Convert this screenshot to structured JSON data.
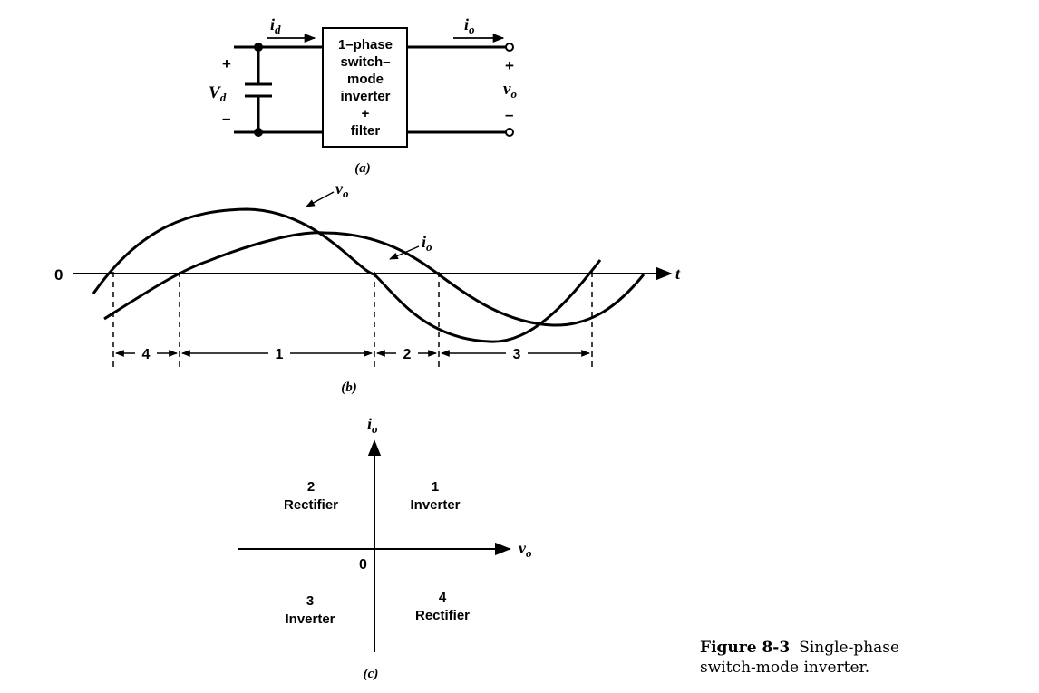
{
  "panel_a": {
    "block_lines": [
      "1–phase",
      "switch–",
      "mode",
      "inverter",
      "+",
      "filter"
    ],
    "input_current": "i",
    "input_current_sub": "d",
    "output_current": "i",
    "output_current_sub": "o",
    "dc_voltage": "V",
    "dc_voltage_sub": "d",
    "output_voltage": "v",
    "output_voltage_sub": "o",
    "plus_left": "+",
    "minus_left": "–",
    "plus_right": "+",
    "minus_right": "–",
    "caption": "(a)"
  },
  "panel_b": {
    "origin_label": "0",
    "time_axis_label": "t",
    "vo_label": "v",
    "vo_sub": "o",
    "io_label": "i",
    "io_sub": "o",
    "intervals": [
      "4",
      "1",
      "2",
      "3"
    ],
    "caption": "(b)"
  },
  "panel_c": {
    "y_axis_label": "i",
    "y_axis_sub": "o",
    "x_axis_label": "v",
    "x_axis_sub": "o",
    "origin_label": "0",
    "q1_num": "1",
    "q1_name": "Inverter",
    "q2_num": "2",
    "q2_name": "Rectifier",
    "q3_num": "3",
    "q3_name": "Inverter",
    "q4_num": "4",
    "q4_name": "Rectifier",
    "caption": "(c)"
  },
  "figure_caption": {
    "number": "Figure 8-3",
    "line1": "Single-phase",
    "line2": "switch-mode inverter."
  }
}
